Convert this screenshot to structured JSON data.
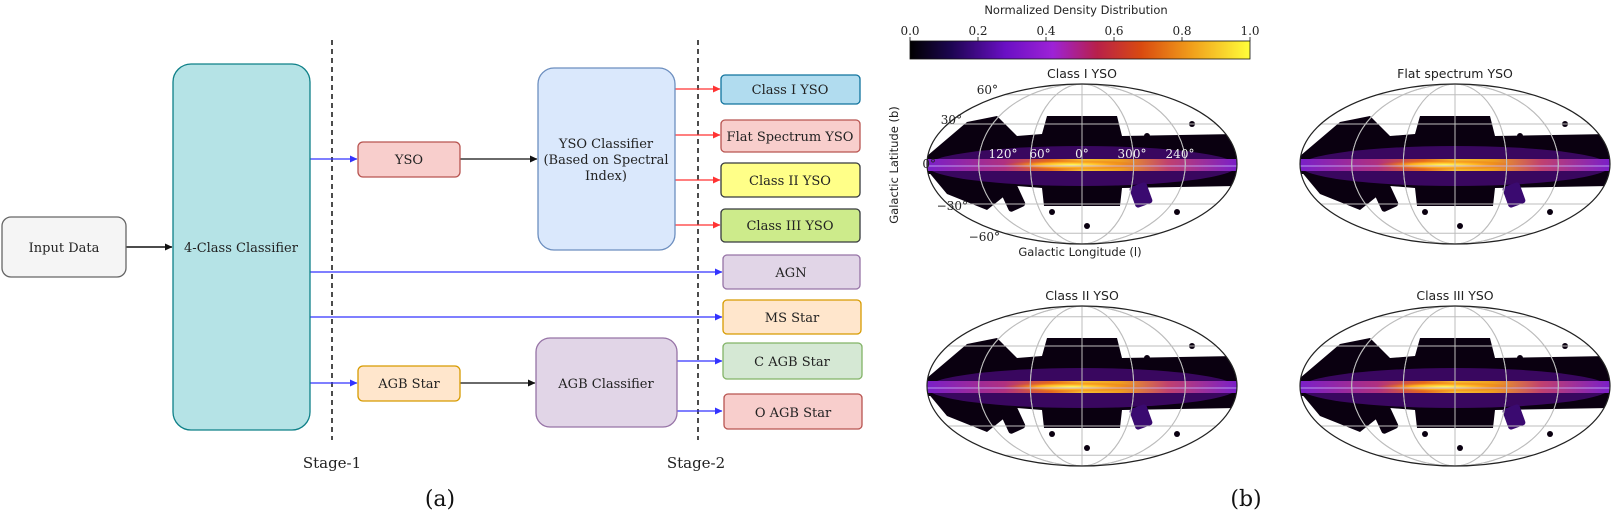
{
  "flowchart": {
    "input": "Input Data",
    "classifier4": "4-Class Classifier",
    "yso": "YSO",
    "agb": "AGB Star",
    "yso_classifier": [
      "YSO Classifier",
      "(Based on Spectral",
      "Index)"
    ],
    "agb_classifier": "AGB Classifier",
    "outputs": {
      "class1": "Class I YSO",
      "flat": "Flat Spectrum YSO",
      "class2": "Class II YSO",
      "class3": "Class III YSO",
      "agn": "AGN",
      "ms": "MS Star",
      "cagb": "C AGB Star",
      "oagb": "O AGB Star"
    },
    "stage1": "Stage-1",
    "stage2": "Stage-2",
    "colors": {
      "input": "#f5f5f5",
      "classifier4": "#b5e3e6",
      "yso": "#f8cecc",
      "agb": "#ffe6cc",
      "yso_classifier": "#dae8fc",
      "agb_classifier": "#e1d5e7",
      "class1": "#b1dcef",
      "flat": "#f8cecc",
      "class2": "#ffff88",
      "class3": "#cdeb8b",
      "agn": "#e1d5e7",
      "ms": "#ffe6cc",
      "cagb": "#d5e8d4",
      "oagb": "#f8cecc",
      "arrow_blue": "#3333ff",
      "arrow_red": "#ff3333"
    }
  },
  "colorbar": {
    "title": "Normalized Density Distribution",
    "ticks": [
      "0.0",
      "0.2",
      "0.4",
      "0.6",
      "0.8",
      "1.0"
    ]
  },
  "maps": {
    "class1_title": "Class I YSO",
    "flat_title": "Flat spectrum YSO",
    "class2_title": "Class II YSO",
    "class3_title": "Class III YSO",
    "ylabel": "Galactic Latitude (b)",
    "xlabel": "Galactic Longitude (l)",
    "lat_ticks": [
      "60°",
      "30°",
      "0°",
      "−30°",
      "−60°"
    ],
    "lon_ticks": [
      "120°",
      "60°",
      "0°",
      "300°",
      "240°"
    ]
  },
  "labels": {
    "a": "(a)",
    "b": "(b)"
  }
}
